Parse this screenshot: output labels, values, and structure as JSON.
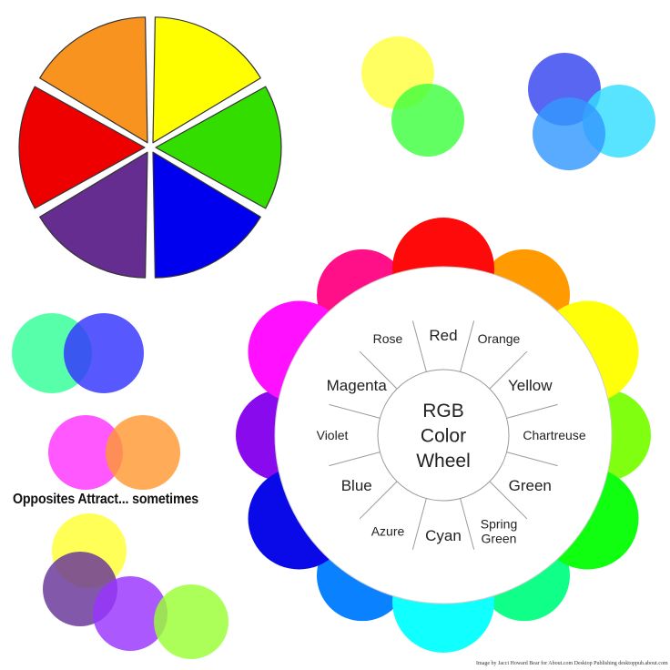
{
  "headline": "Opposites Attract... sometimes",
  "credit": "Image by Jacci Howard Bear for About.com Desktop Publishing desktoppub.about.com",
  "wheel": {
    "title_lines": [
      "RGB",
      "Color",
      "Wheel"
    ],
    "segments": [
      {
        "label_lines": [
          "Red"
        ],
        "color": "#ff0a0a",
        "size": "large"
      },
      {
        "label_lines": [
          "Orange"
        ],
        "color": "#ff9a00",
        "size": "small"
      },
      {
        "label_lines": [
          "Yellow"
        ],
        "color": "#ffff0a",
        "size": "large"
      },
      {
        "label_lines": [
          "Chartreuse"
        ],
        "color": "#80ff10",
        "size": "small"
      },
      {
        "label_lines": [
          "Green"
        ],
        "color": "#10ff10",
        "size": "large"
      },
      {
        "label_lines": [
          "Spring",
          "Green"
        ],
        "color": "#10ff88",
        "size": "small"
      },
      {
        "label_lines": [
          "Cyan"
        ],
        "color": "#10ffff",
        "size": "large"
      },
      {
        "label_lines": [
          "Azure"
        ],
        "color": "#0a82ff",
        "size": "small"
      },
      {
        "label_lines": [
          "Blue"
        ],
        "color": "#0a0ae8",
        "size": "large"
      },
      {
        "label_lines": [
          "Violet"
        ],
        "color": "#8a0aee",
        "size": "small"
      },
      {
        "label_lines": [
          "Magenta"
        ],
        "color": "#ff10ff",
        "size": "large"
      },
      {
        "label_lines": [
          "Rose"
        ],
        "color": "#ff1088",
        "size": "small"
      }
    ]
  },
  "pie": {
    "slices": [
      {
        "name": "orange",
        "color": "#f7931e"
      },
      {
        "name": "yellow",
        "color": "#ffff00"
      },
      {
        "name": "green",
        "color": "#33dd00"
      },
      {
        "name": "blue",
        "color": "#0000ee"
      },
      {
        "name": "purple",
        "color": "#662d91"
      },
      {
        "name": "red",
        "color": "#ee0000"
      }
    ],
    "outline_color": "#333333"
  },
  "pairs": [
    {
      "name": "yellow-green",
      "colors": [
        "#ffff40",
        "#40ff40"
      ]
    },
    {
      "name": "blue-cyan",
      "colors": [
        "#3344ee",
        "#33ddff",
        "#3399ff"
      ]
    },
    {
      "name": "spring-blue",
      "colors": [
        "#33ff99",
        "#3333ff"
      ]
    },
    {
      "name": "magenta-orange",
      "colors": [
        "#ff33ff",
        "#ff9933"
      ]
    },
    {
      "name": "yellow-purple-violet-chartreuse",
      "colors": [
        "#ffff33",
        "#663399",
        "#9933ff",
        "#99ff33"
      ]
    }
  ]
}
